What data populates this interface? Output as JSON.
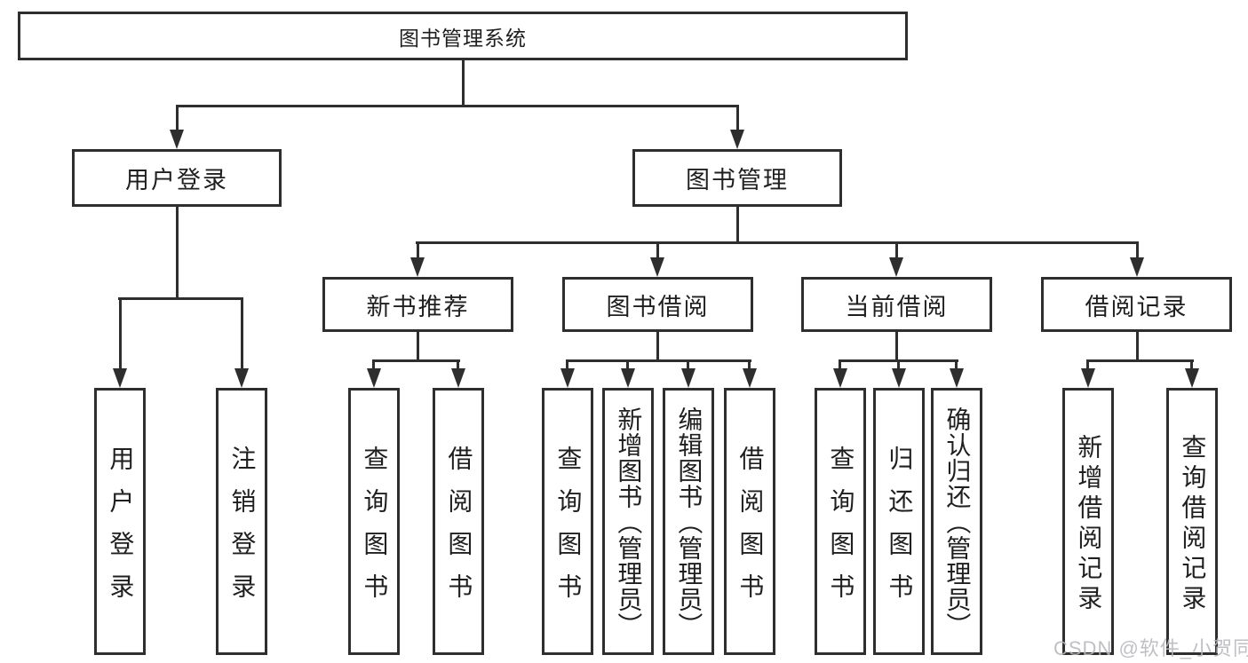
{
  "diagram": {
    "watermark": "CSDN @软件_小贺同学",
    "colors": {
      "line": "#2e2e2e",
      "text": "#1f1f1f",
      "background": "#ffffff",
      "watermark": "#b6b6bc"
    },
    "nodes": {
      "root": {
        "label": "图书管理系统"
      },
      "userLogin": {
        "label": "用户登录"
      },
      "bookManagement": {
        "label": "图书管理"
      },
      "newBookRecommend": {
        "label": "新书推荐"
      },
      "bookBorrow": {
        "label": "图书借阅"
      },
      "currentBorrow": {
        "label": "当前借阅"
      },
      "borrowRecord": {
        "label": "借阅记录"
      },
      "loginLeaf": {
        "label": "用户登录"
      },
      "logoutLeaf": {
        "label": "注销登录"
      },
      "nbQueryBook": {
        "label": "查询图书"
      },
      "nbBorrowBook": {
        "label": "借阅图书"
      },
      "bbQueryBook": {
        "label": "查询图书"
      },
      "bbAddBook": {
        "label": "新增图书（管理员）"
      },
      "bbEditBook": {
        "label": "编辑图书（管理员）"
      },
      "bbBorrowBook": {
        "label": "借阅图书"
      },
      "cbQueryBook": {
        "label": "查询图书"
      },
      "cbReturnBook": {
        "label": "归还图书"
      },
      "cbConfirmReturn": {
        "label": "确认归还（管理员）"
      },
      "brAddRecord": {
        "label": "新增借阅记录"
      },
      "brQueryRecord": {
        "label": "查询借阅记录"
      }
    }
  }
}
